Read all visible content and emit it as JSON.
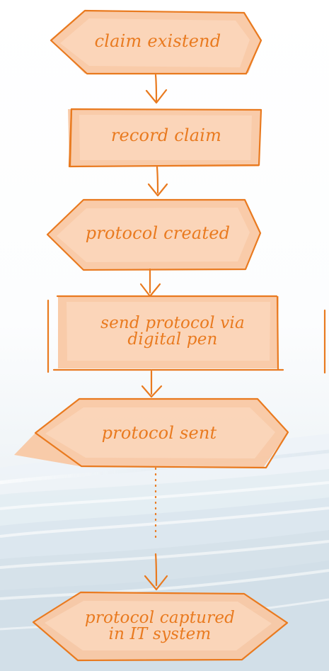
{
  "diagram": {
    "nodes": [
      {
        "id": "claim-existend",
        "label": "claim existend"
      },
      {
        "id": "record-claim",
        "label": "record claim"
      },
      {
        "id": "protocol-created",
        "label": "protocol created"
      },
      {
        "id": "send-protocol-via-digital-pen",
        "label": "send protocol via\ndigital pen"
      },
      {
        "id": "protocol-sent",
        "label": "protocol sent"
      },
      {
        "id": "protocol-captured-in-it-system",
        "label": "protocol captured\nin IT system"
      }
    ],
    "edges": [
      {
        "from": "claim-existend",
        "to": "record-claim"
      },
      {
        "from": "record-claim",
        "to": "protocol-created"
      },
      {
        "from": "protocol-created",
        "to": "send-protocol-via-digital-pen"
      },
      {
        "from": "send-protocol-via-digital-pen",
        "to": "protocol-sent"
      },
      {
        "from": "protocol-sent",
        "to": "protocol-captured-in-it-system"
      }
    ]
  },
  "colors": {
    "accent": "#e97a1f",
    "fill": "#f8c7a2",
    "background_light": "#ffffff",
    "background_blue": "#dce8f0"
  }
}
